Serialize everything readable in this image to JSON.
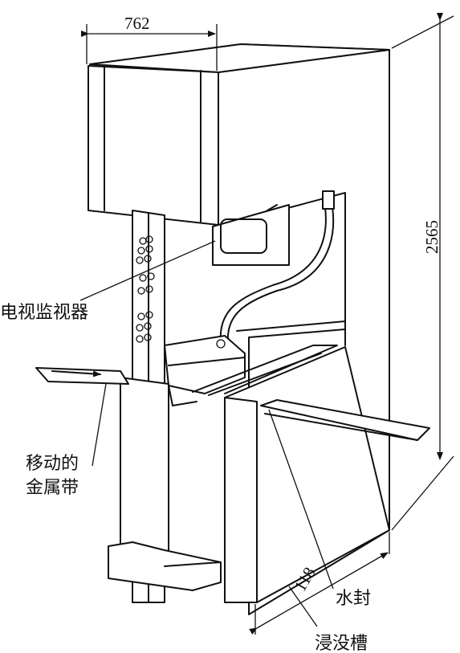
{
  "dimensions": {
    "width_top": "762",
    "height": "2565",
    "depth": "118"
  },
  "labels": {
    "tv_monitor": "电视监视器",
    "moving_strip_line1": "移动的",
    "moving_strip_line2": "金属带",
    "water_seal": "水封",
    "immersion_tank": "浸没槽"
  }
}
